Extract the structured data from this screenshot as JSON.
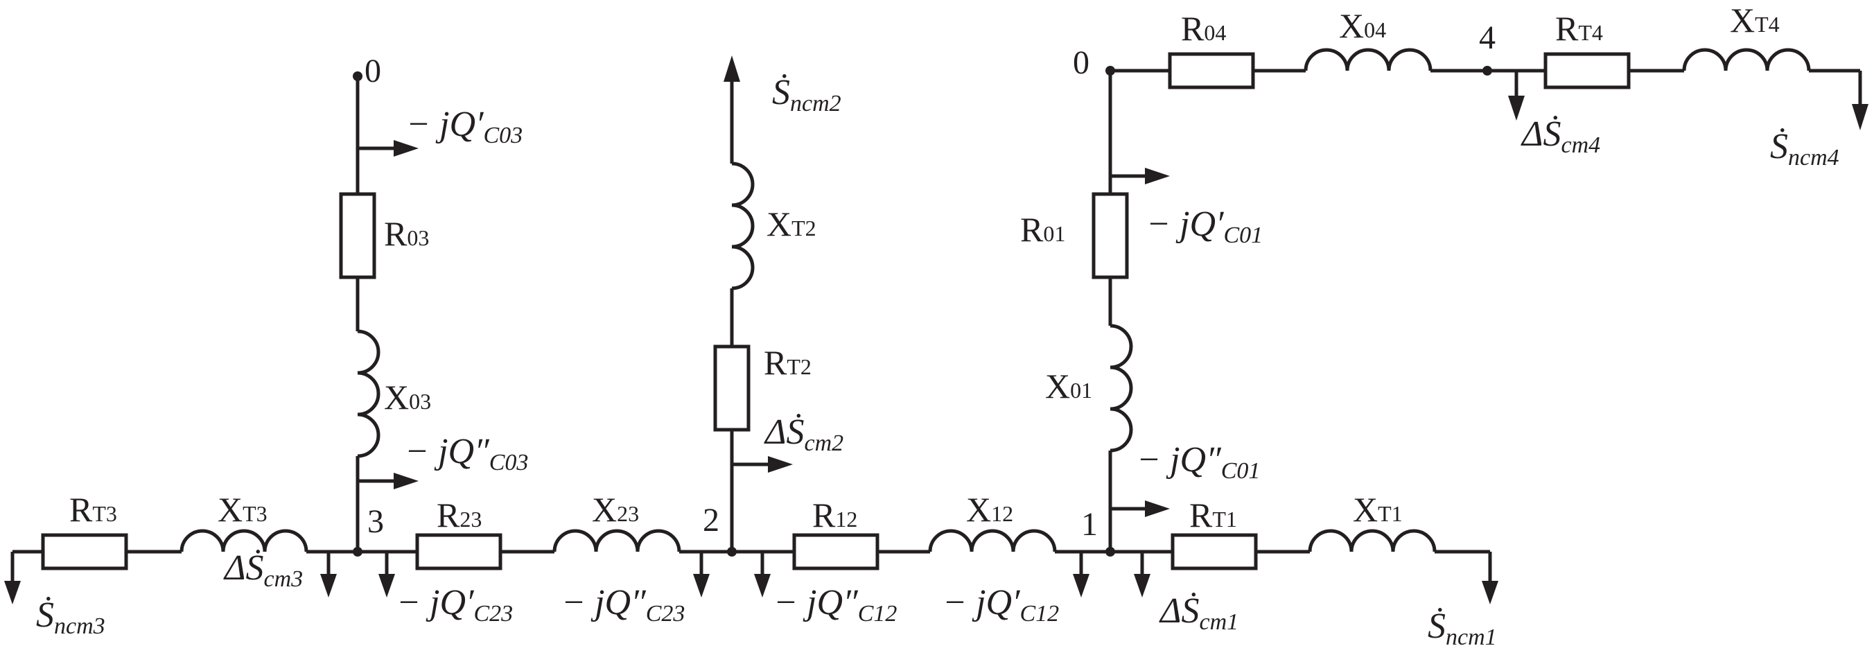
{
  "nodes": {
    "n0_left": "0",
    "n0_right": "0",
    "n1": "1",
    "n2": "2",
    "n3": "3",
    "n4": "4"
  },
  "elements": {
    "RT3": {
      "main": "R",
      "sub": "T3"
    },
    "XT3": {
      "main": "X",
      "sub": "T3"
    },
    "R23": {
      "main": "R",
      "sub": "23"
    },
    "X23": {
      "main": "X",
      "sub": "23"
    },
    "R12": {
      "main": "R",
      "sub": "12"
    },
    "X12": {
      "main": "X",
      "sub": "12"
    },
    "RT1": {
      "main": "R",
      "sub": "T1"
    },
    "XT1": {
      "main": "X",
      "sub": "T1"
    },
    "R03": {
      "main": "R",
      "sub": "03"
    },
    "X03": {
      "main": "X",
      "sub": "03"
    },
    "XT2": {
      "main": "X",
      "sub": "T2"
    },
    "RT2": {
      "main": "R",
      "sub": "T2"
    },
    "R01": {
      "main": "R",
      "sub": "01"
    },
    "X01": {
      "main": "X",
      "sub": "01"
    },
    "R04": {
      "main": "R",
      "sub": "04"
    },
    "X04": {
      "main": "X",
      "sub": "04"
    },
    "RT4": {
      "main": "R",
      "sub": "T4"
    },
    "XT4": {
      "main": "X",
      "sub": "T4"
    }
  },
  "loads": {
    "S_ncm3": {
      "main": "Ṡ",
      "sub": "ncm3"
    },
    "S_ncm2": {
      "main": "Ṡ",
      "sub": "ncm2"
    },
    "S_ncm1": {
      "main": "Ṡ",
      "sub": "ncm1"
    },
    "S_ncm4": {
      "main": "Ṡ",
      "sub": "ncm4"
    },
    "dS_cm3": {
      "main": "ΔṠ",
      "sub": "cm3"
    },
    "dS_cm2": {
      "main": "ΔṠ",
      "sub": "cm2"
    },
    "dS_cm1": {
      "main": "ΔṠ",
      "sub": "cm1"
    },
    "dS_cm4": {
      "main": "ΔṠ",
      "sub": "cm4"
    }
  },
  "charging": {
    "Q_C03_prime": {
      "main": "− jQ′",
      "sub": "C03"
    },
    "Q_C03_dprime": {
      "main": "− jQ″",
      "sub": "C03"
    },
    "Q_C23_prime": {
      "main": "− jQ′",
      "sub": "C23"
    },
    "Q_C23_dprime": {
      "main": "− jQ″",
      "sub": "C23"
    },
    "Q_C12_dprime": {
      "main": "− jQ″",
      "sub": "C12"
    },
    "Q_C12_prime": {
      "main": "− jQ′",
      "sub": "C12"
    },
    "Q_C01_prime": {
      "main": "− jQ′",
      "sub": "C01"
    },
    "Q_C01_dprime": {
      "main": "− jQ″",
      "sub": "C01"
    }
  }
}
